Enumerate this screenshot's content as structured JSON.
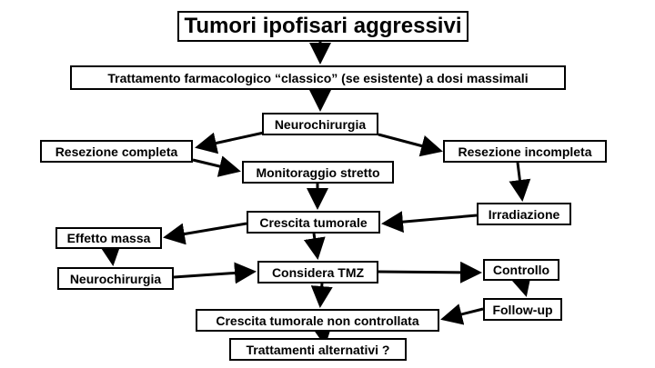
{
  "diagram": {
    "nodes": {
      "title": "Tumori ipofisari aggressivi",
      "trattamento": "Trattamento farmacologico “classico” (se esistente) a dosi massimali",
      "neurochirurgia_top": "Neurochirurgia",
      "resezione_completa": "Resezione completa",
      "resezione_incompleta": "Resezione incompleta",
      "monitoraggio": "Monitoraggio stretto",
      "irradiazione": "Irradiazione",
      "crescita": "Crescita tumorale",
      "effetto_massa": "Effetto massa",
      "neurochirurgia_bottom": "Neurochirurgia",
      "considera_tmz": "Considera TMZ",
      "controllo": "Controllo",
      "follow_up": "Follow-up",
      "crescita_non_controllata": "Crescita tumorale non controllata",
      "trattamenti_alternativi": "Trattamenti alternativi ?"
    },
    "edges": [
      {
        "from": "title",
        "to": "trattamento"
      },
      {
        "from": "trattamento",
        "to": "neurochirurgia_top"
      },
      {
        "from": "neurochirurgia_top",
        "to": "resezione_completa"
      },
      {
        "from": "neurochirurgia_top",
        "to": "resezione_incompleta"
      },
      {
        "from": "resezione_completa",
        "to": "monitoraggio"
      },
      {
        "from": "monitoraggio",
        "to": "crescita"
      },
      {
        "from": "resezione_incompleta",
        "to": "irradiazione"
      },
      {
        "from": "irradiazione",
        "to": "crescita"
      },
      {
        "from": "crescita",
        "to": "effetto_massa"
      },
      {
        "from": "crescita",
        "to": "considera_tmz"
      },
      {
        "from": "effetto_massa",
        "to": "neurochirurgia_bottom"
      },
      {
        "from": "neurochirurgia_bottom",
        "to": "considera_tmz"
      },
      {
        "from": "considera_tmz",
        "to": "controllo"
      },
      {
        "from": "controllo",
        "to": "follow_up"
      },
      {
        "from": "follow_up",
        "to": "crescita_non_controllata"
      },
      {
        "from": "considera_tmz",
        "to": "crescita_non_controllata"
      },
      {
        "from": "crescita_non_controllata",
        "to": "trattamenti_alternativi"
      }
    ]
  }
}
